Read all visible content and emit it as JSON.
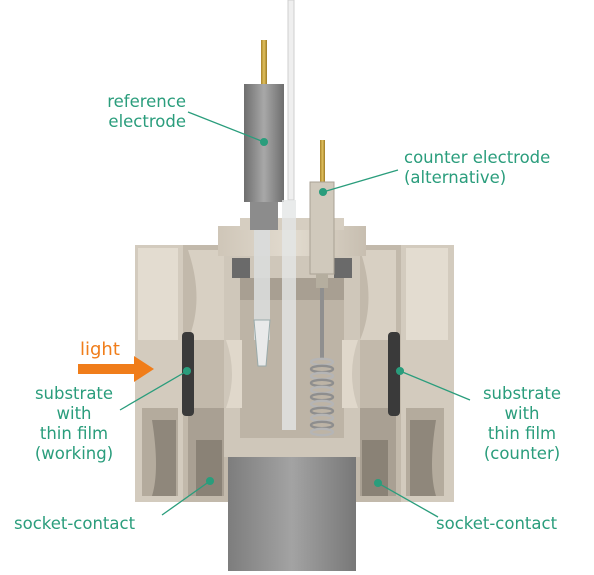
{
  "colors": {
    "label": "#2a9d7c",
    "leader": "#2a9d7c",
    "light_arrow": "#f07d1a",
    "body": "#d9d1c4",
    "body_shade": "#b9b0a2",
    "body_dark": "#8e867a",
    "gray_block": "#8a8a8a",
    "brass": "#c9a23a"
  },
  "labels": {
    "reference_electrode": [
      "reference",
      "electrode"
    ],
    "counter_electrode": [
      "counter electrode",
      "(alternative)"
    ],
    "light": "light",
    "substrate_working": [
      "substrate",
      "with",
      "thin film",
      "(working)"
    ],
    "substrate_counter": [
      "substrate",
      "with",
      "thin film",
      "(counter)"
    ],
    "socket_contact_left": "socket-contact",
    "socket_contact_right": "socket-contact"
  }
}
